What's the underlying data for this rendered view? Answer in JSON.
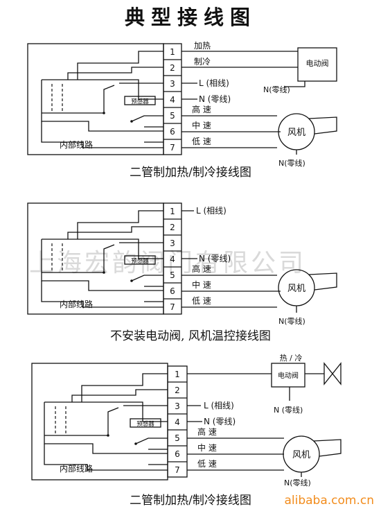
{
  "title": "典型接线图",
  "watermark": "上海宏韵阀门有限公司",
  "site": "alibaba.com.cn",
  "diagrams": [
    {
      "caption": "二管制加热/制冷接线图",
      "internal_label": "内部线路",
      "thermostat_label": "预感器",
      "terminals": [
        "1",
        "2",
        "3",
        "4",
        "5",
        "6",
        "7"
      ],
      "wire_labels": [
        "加热",
        "制冷",
        "L (相线)",
        "N (零线)",
        "高 速",
        "中 速",
        "低 速"
      ],
      "valve_label": "电动阀",
      "valve_n": "N(零线)",
      "fan_label": "风机",
      "fan_n": "N(零线)"
    },
    {
      "caption": "不安装电动阀, 风机温控接线图",
      "internal_label": "内部线路",
      "thermostat_label": "预感器",
      "terminals": [
        "1",
        "2",
        "3",
        "4",
        "5",
        "6",
        "7"
      ],
      "wire_labels": [
        "L (相线)",
        "N (零线)",
        "高 速",
        "中 速",
        "低 速"
      ],
      "fan_label": "风机",
      "fan_n": "N(零线)"
    },
    {
      "caption": "二管制加热/制冷接线图",
      "internal_label": "内部线路",
      "thermostat_label": "预感器",
      "terminals": [
        "1",
        "2",
        "3",
        "4",
        "5",
        "6",
        "7"
      ],
      "wire_labels": [
        "L (相线)",
        "N (零线)",
        "高 速",
        "中 速",
        "低 速"
      ],
      "valve_top_label": "热 / 冷",
      "valve_label": "电动阀",
      "valve_n": "N (零线)",
      "fan_label": "风机",
      "fan_n": "N(零线)"
    }
  ]
}
